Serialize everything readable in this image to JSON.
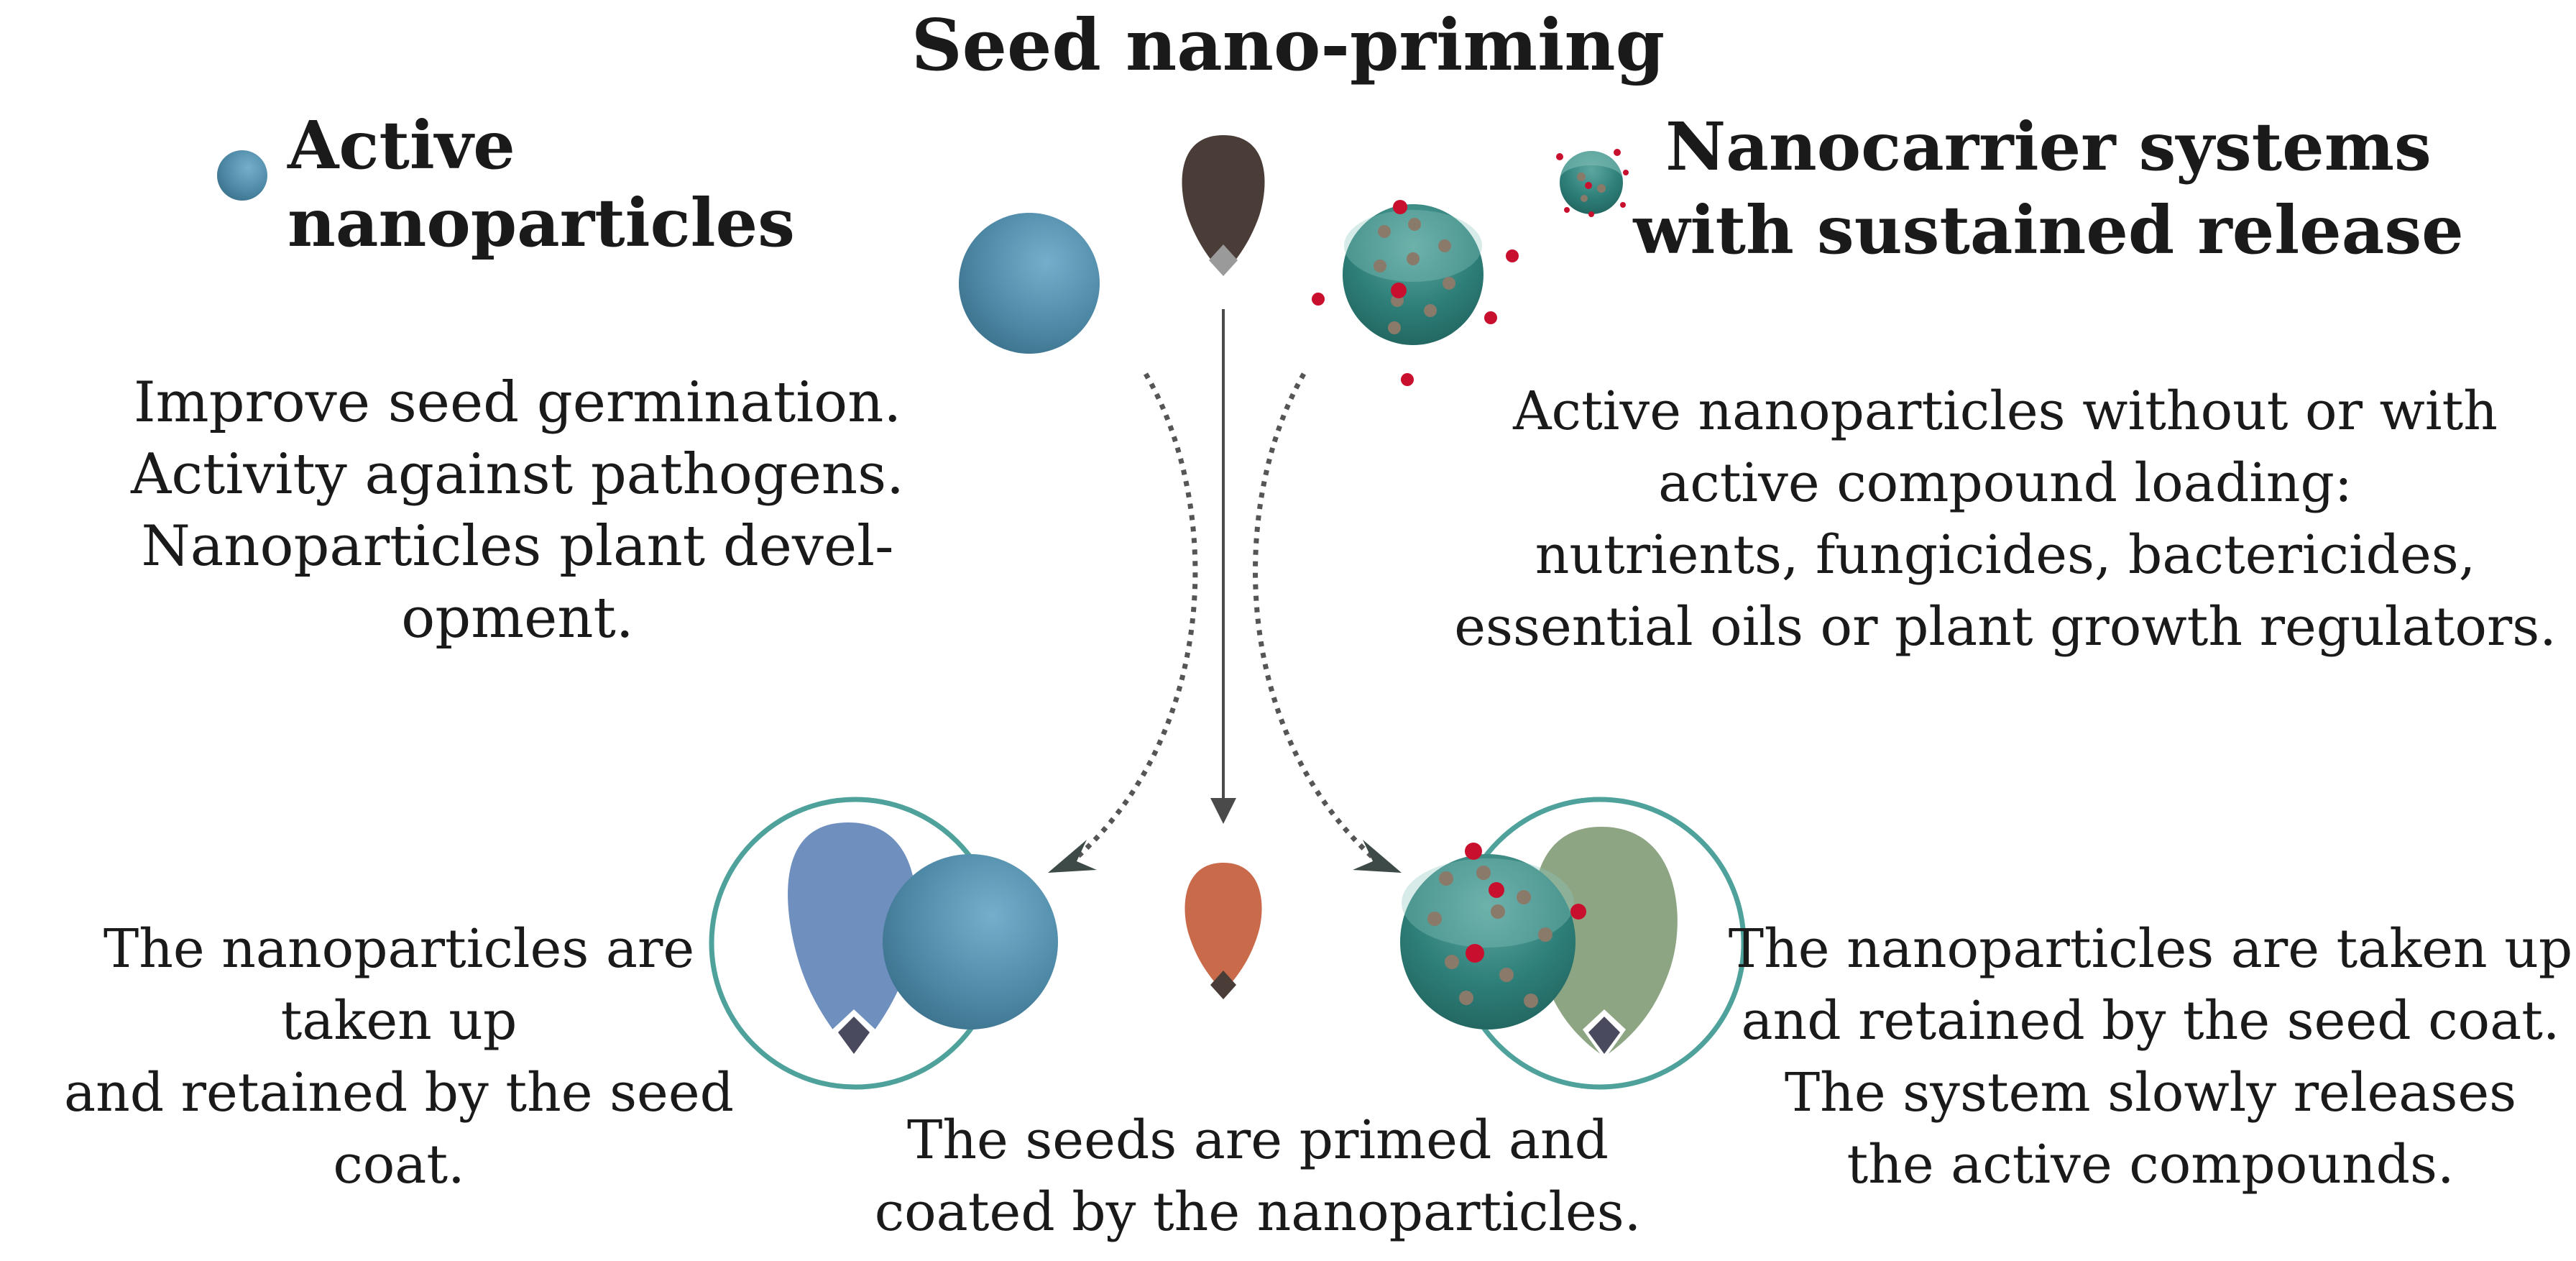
{
  "title": "Seed nano-priming",
  "left": {
    "heading": "Active nanoparticles",
    "description": "Improve seed germination.\nActivity against pathogens.\nNanoparticles plant devel-\nopment.",
    "result": "The nanoparticles are\ntaken up\nand retained by the seed coat."
  },
  "right": {
    "heading": "Nanocarrier systems\nwith sustained release",
    "description": "Active nanoparticles without or with\nactive compound loading:\nnutrients, fungicides, bactericides,\nessential oils or plant growth  regulators.",
    "result": "The nanoparticles are taken up\nand retained by the seed coat.\nThe system slowly releases\nthe active compounds."
  },
  "center": {
    "result": "The seeds are primed and\ncoated by the nanoparticles."
  },
  "colors": {
    "nanoparticle_blue": "#4f8ba8",
    "nanocarrier_teal": "#2e7f79",
    "release_red": "#c8102e",
    "seed_dark": "#4a3c36",
    "seed_primed": "#c96a4a",
    "seed_blue": "#6f8fbf",
    "seed_green": "#8ea583",
    "ring_teal": "#4fa29c",
    "arrow_gray": "#4a4a4a"
  }
}
